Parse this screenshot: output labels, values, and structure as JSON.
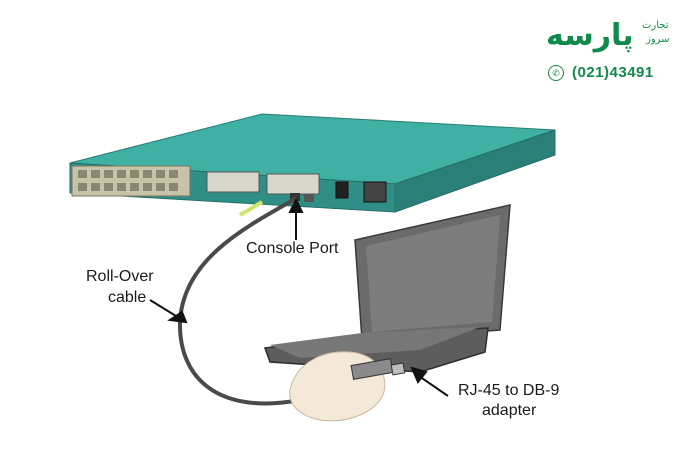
{
  "logo": {
    "brand_text": "پارسه",
    "sub_line_1": "تجارت",
    "sub_line_2": "سروز",
    "phone": "(021)43491"
  },
  "labels": {
    "console_port": "Console Port",
    "rollover_line1": "Roll-Over",
    "rollover_line2": "cable",
    "adapter_line1": "RJ-45 to DB-9",
    "adapter_line2": "adapter"
  },
  "colors": {
    "router_top": "#3fb0a4",
    "router_front": "#2f8f86",
    "cable": "#4a4a4a",
    "laptop": "#6b6b6b",
    "brand_green": "#0f8a4a"
  }
}
